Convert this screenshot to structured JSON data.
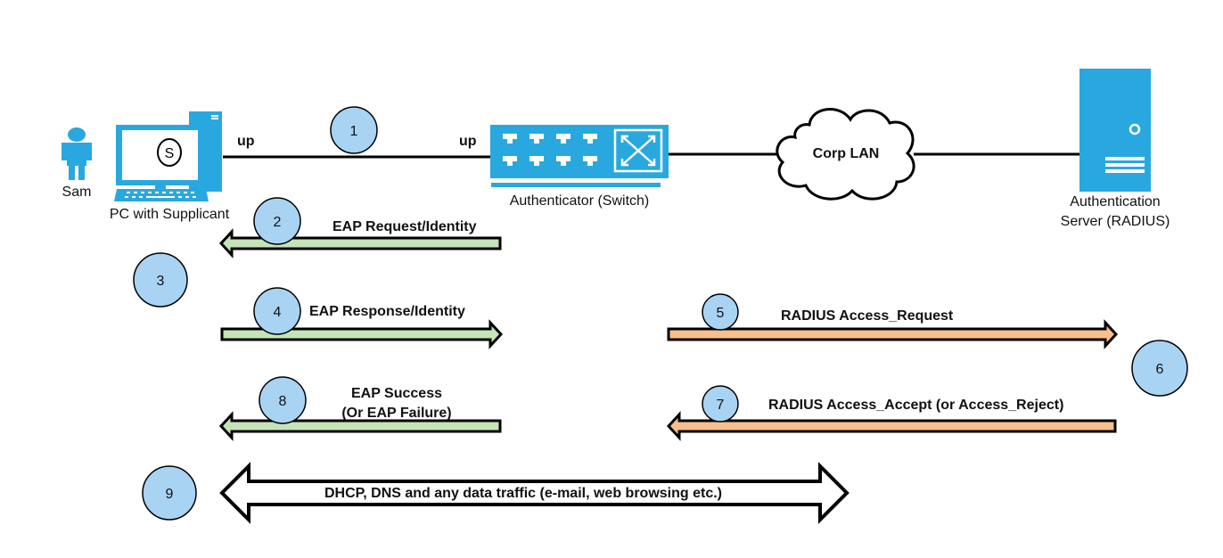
{
  "nodes": {
    "user_label": "Sam",
    "pc_label": "PC with Supplicant",
    "pc_screen_symbol": "S",
    "switch_label": "Authenticator (Switch)",
    "cloud_label": "Corp LAN",
    "server_label_line1": "Authentication",
    "server_label_line2": "Server (RADIUS)"
  },
  "links": {
    "left_port_status": "up",
    "right_port_status": "up"
  },
  "steps": [
    "1",
    "2",
    "3",
    "4",
    "5",
    "6",
    "7",
    "8",
    "9"
  ],
  "messages": {
    "eap_request_identity": "EAP Request/Identity",
    "eap_response_identity": "EAP Response/Identity",
    "radius_access_request": "RADIUS Access_Request",
    "radius_access_accept": "RADIUS Access_Accept (or Access_Reject)",
    "eap_success_line1": "EAP Success",
    "eap_success_line2": "(Or EAP Failure)",
    "data_traffic": "DHCP, DNS and any data traffic (e-mail, web browsing etc.)"
  },
  "colors": {
    "device_blue": "#29a8e0",
    "step_circle": "#a9d3f2",
    "eap_arrow": "#c5e4b8",
    "radius_arrow": "#f9bf8c"
  },
  "icons": {
    "user": "person-icon",
    "pc": "desktop-computer-icon",
    "switch": "network-switch-icon",
    "cloud": "cloud-icon",
    "server": "server-icon"
  }
}
